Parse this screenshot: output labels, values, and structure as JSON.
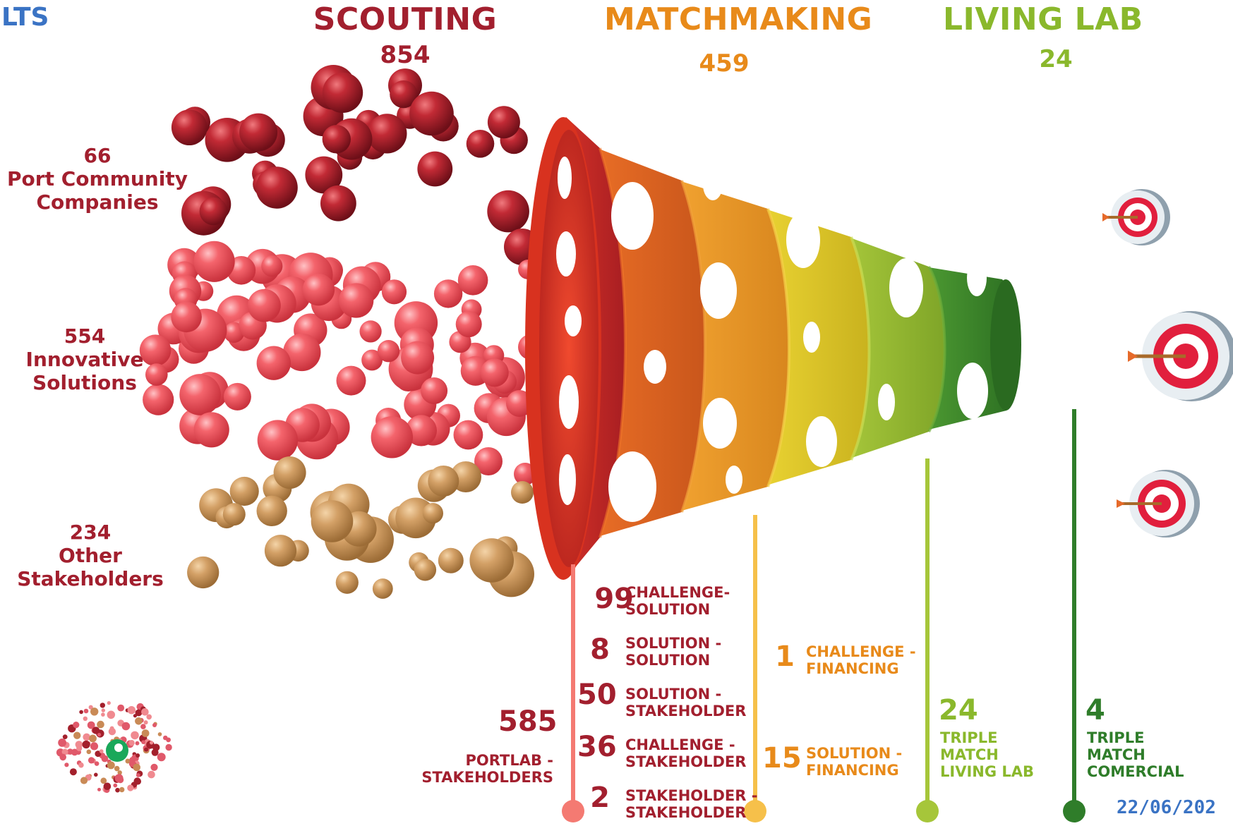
{
  "corner_label": "LTS",
  "date_label": "22/06/202",
  "stages": [
    {
      "title": "SCOUTING",
      "value": "854"
    },
    {
      "title": "MATCHMAKING",
      "value": "459"
    },
    {
      "title": "LIVING LAB",
      "value": "24"
    }
  ],
  "groups": [
    {
      "count": "66",
      "label_lines": [
        "Port Community",
        "Companies"
      ]
    },
    {
      "count": "554",
      "label_lines": [
        "Innovative",
        "Solutions"
      ]
    },
    {
      "count": "234",
      "label_lines": [
        "Other",
        "Stakeholders"
      ]
    }
  ],
  "portlab": {
    "value": "585",
    "label_lines": [
      "PORTLAB -",
      "STAKEHOLDERS"
    ]
  },
  "red_matches": [
    {
      "value": "99",
      "label_lines": [
        "CHALLENGE-",
        "SOLUTION"
      ]
    },
    {
      "value": "8",
      "label_lines": [
        "SOLUTION -",
        "SOLUTION"
      ]
    },
    {
      "value": "50",
      "label_lines": [
        "SOLUTION -",
        "STAKEHOLDER"
      ]
    },
    {
      "value": "36",
      "label_lines": [
        "CHALLENGE -",
        "STAKEHOLDER"
      ]
    },
    {
      "value": "2",
      "label_lines": [
        "STAKEHOLDER -",
        "STAKEHOLDER"
      ]
    }
  ],
  "financing_matches": [
    {
      "value": "1",
      "label_lines": [
        "CHALLENGE -",
        "FINANCING"
      ]
    },
    {
      "value": "15",
      "label_lines": [
        "SOLUTION -",
        "FINANCING"
      ]
    }
  ],
  "triple_living_lab": {
    "value": "24",
    "label_lines": [
      "TRIPLE",
      "MATCH",
      "LIVING LAB"
    ]
  },
  "triple_comercial": {
    "value": "4",
    "label_lines": [
      "TRIPLE",
      "MATCH",
      "COMERCIAL"
    ]
  },
  "colors": {
    "scouting": "#a21f2e",
    "matchmaking": "#e88a1a",
    "living_lab": "#8ab82c",
    "comercial": "#2f7d2a",
    "companies_bubble": "#a3202c",
    "solutions_bubble": "#f25c66",
    "stakeholders_bubble": "#cf9a5e",
    "accent_text": "#3a73c4"
  }
}
